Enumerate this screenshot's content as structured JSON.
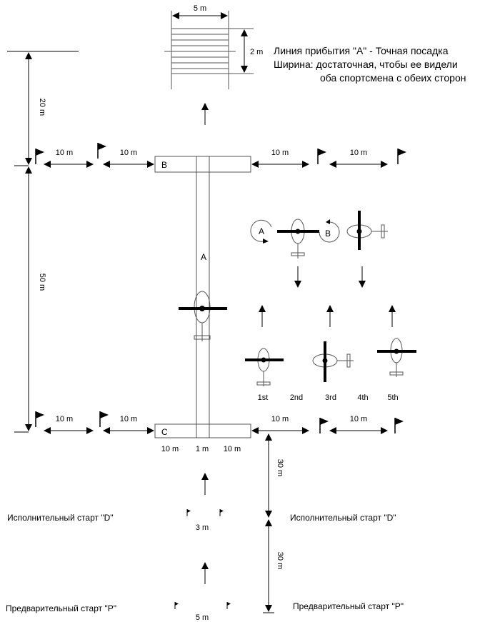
{
  "landing_zone": {
    "width_label": "5 m",
    "depth_label": "2 m",
    "caption_line1": "Линия прибытия \"A\" - Точная посадка",
    "caption_line2": "Ширина: достаточная, чтобы ее видели",
    "caption_line3": "оба спортсмена с обеих сторон"
  },
  "dimensions": {
    "left_top": "20 m",
    "left_main": "50 m",
    "right_lower1": "30 m",
    "right_lower2": "30 m",
    "row_top": [
      "10 m",
      "10 m",
      "10 m",
      "10 m"
    ],
    "row_bottom": [
      "10 m",
      "10 m",
      "10 m",
      "10 m"
    ],
    "under_c": [
      "10 m",
      "1 m",
      "10 m"
    ]
  },
  "markers": {
    "b": "B",
    "c": "C",
    "a": "A",
    "circle_a": "A",
    "circle_b": "B"
  },
  "positions": [
    "1st",
    "2nd",
    "3rd",
    "4th",
    "5th"
  ],
  "starts": {
    "exec_left": "Исполнительный старт \"D\"",
    "exec_right": "Исполнительный старт \"D\"",
    "exec_gap": "3 m",
    "pre_left": "Предварительный старт \"P\"",
    "pre_right": "Предварительный старт \"P\"",
    "pre_gap": "5 m"
  }
}
